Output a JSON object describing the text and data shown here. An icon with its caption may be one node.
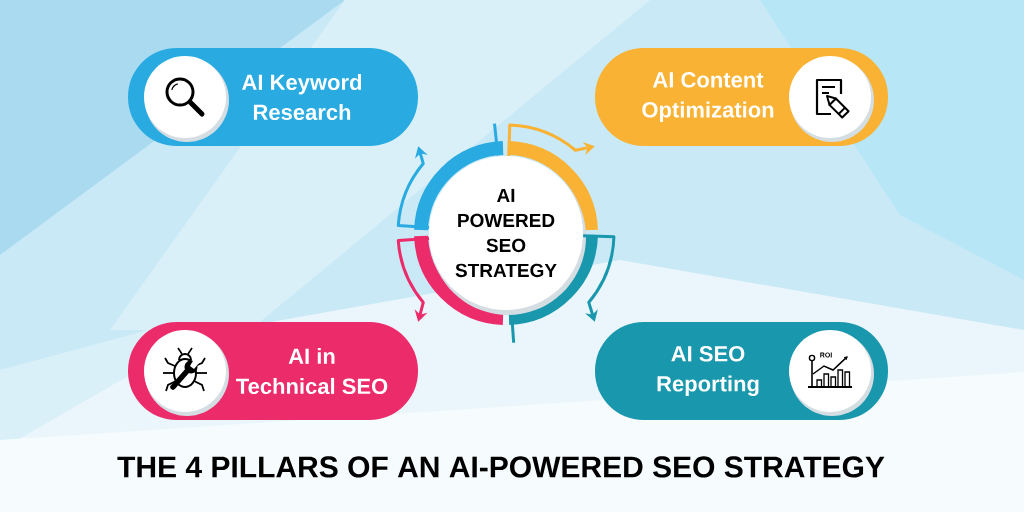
{
  "diagram": {
    "title": "THE 4 PILLARS OF AN AI-POWERED SEO STRATEGY",
    "nodes": [
      {
        "text": [
          "AI POWERED SEO STRATEGY"
        ]
      },
      {
        "text": [
          "AI Keyword Research"
        ]
      },
      {
        "text": [
          "AI Content Optimization"
        ]
      },
      {
        "text": [
          "AI in Technical SEO"
        ]
      },
      {
        "text": [
          "AI SEO Reporting"
        ]
      }
    ],
    "edges": [
      {
        "from": 0,
        "to": 1,
        "arrow": "to",
        "color": "#29abe2"
      },
      {
        "from": 0,
        "to": 2,
        "arrow": "to",
        "color": "#f9b233"
      },
      {
        "from": 0,
        "to": 3,
        "arrow": "to",
        "color": "#ec2b6b"
      },
      {
        "from": 0,
        "to": 4,
        "arrow": "to",
        "color": "#1997ad"
      }
    ],
    "labels": [
      "ROI"
    ]
  }
}
